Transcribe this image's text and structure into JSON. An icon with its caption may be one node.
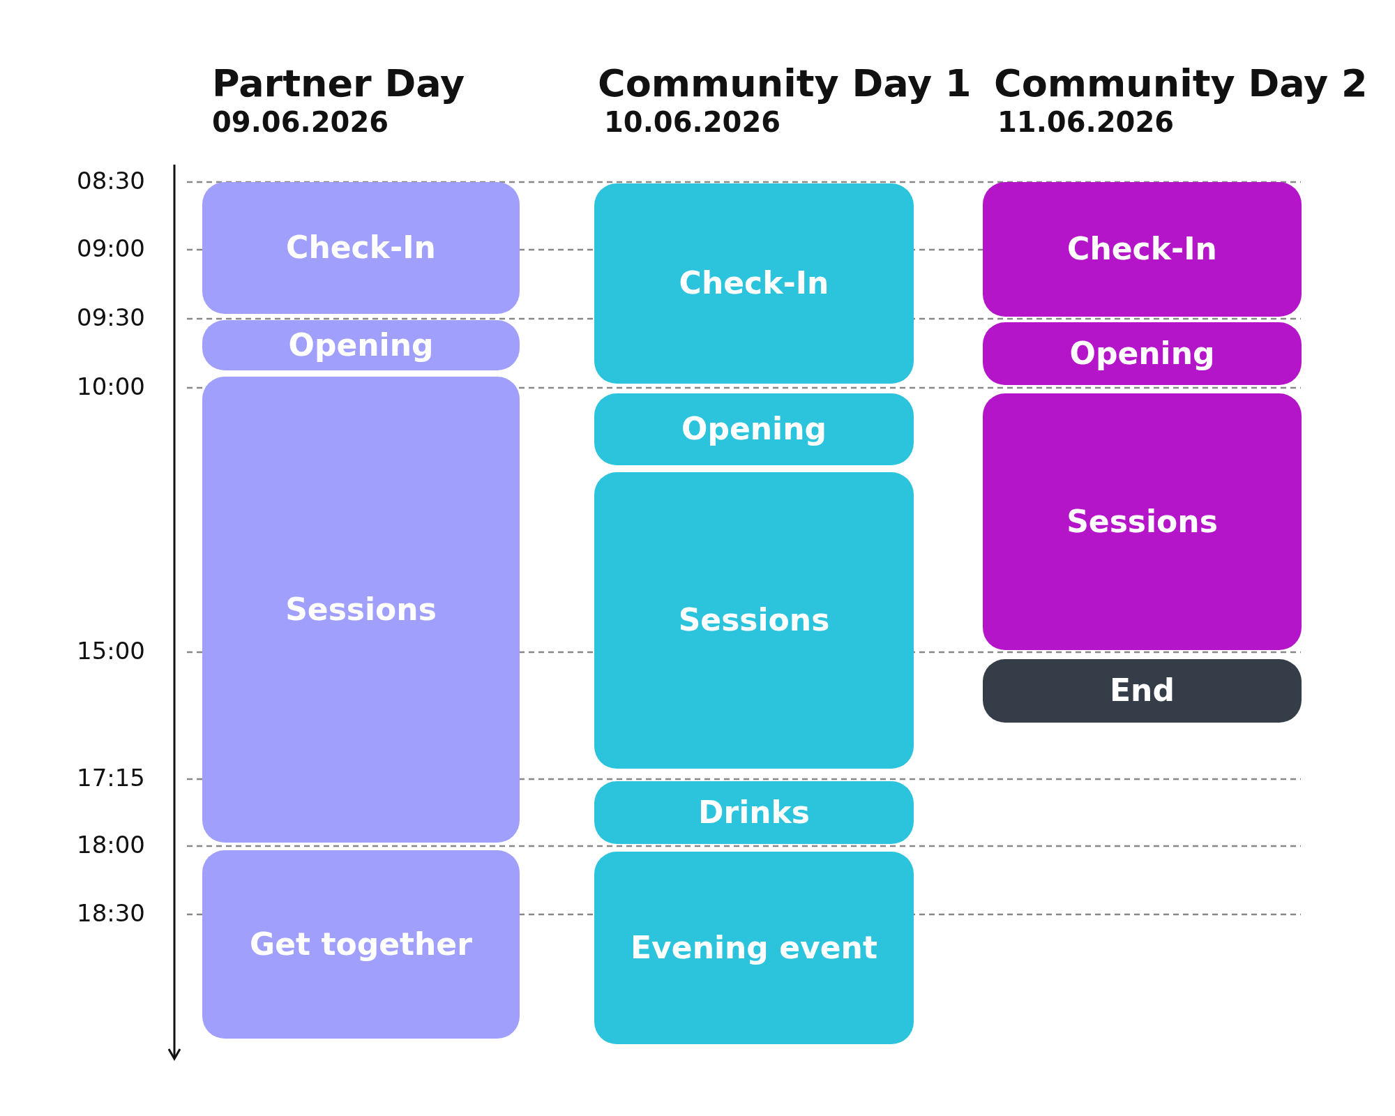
{
  "diagram": {
    "nodes": [
      {
        "text": [
          "Check-In"
        ]
      },
      {
        "text": [
          "Opening"
        ]
      },
      {
        "text": [
          "Sessions"
        ]
      },
      {
        "text": [
          "Get together"
        ]
      },
      {
        "text": [
          "Check-In"
        ]
      },
      {
        "text": [
          "Opening"
        ]
      },
      {
        "text": [
          "Sessions"
        ]
      },
      {
        "text": [
          "Drinks"
        ]
      },
      {
        "text": [
          "Evening event"
        ]
      },
      {
        "text": [
          "Check-In"
        ]
      },
      {
        "text": [
          "Opening"
        ]
      },
      {
        "text": [
          "Sessions"
        ]
      },
      {
        "text": [
          "End"
        ]
      }
    ],
    "labels": [
      "Partner Day",
      "Community Day 1",
      "Community Day 2",
      "09.06.2026",
      "10.06.2026",
      "11.06.2026",
      "08:30",
      "09:00",
      "09:30",
      "10:00",
      "15:00",
      "17:15",
      "18:00",
      "18:30"
    ]
  }
}
